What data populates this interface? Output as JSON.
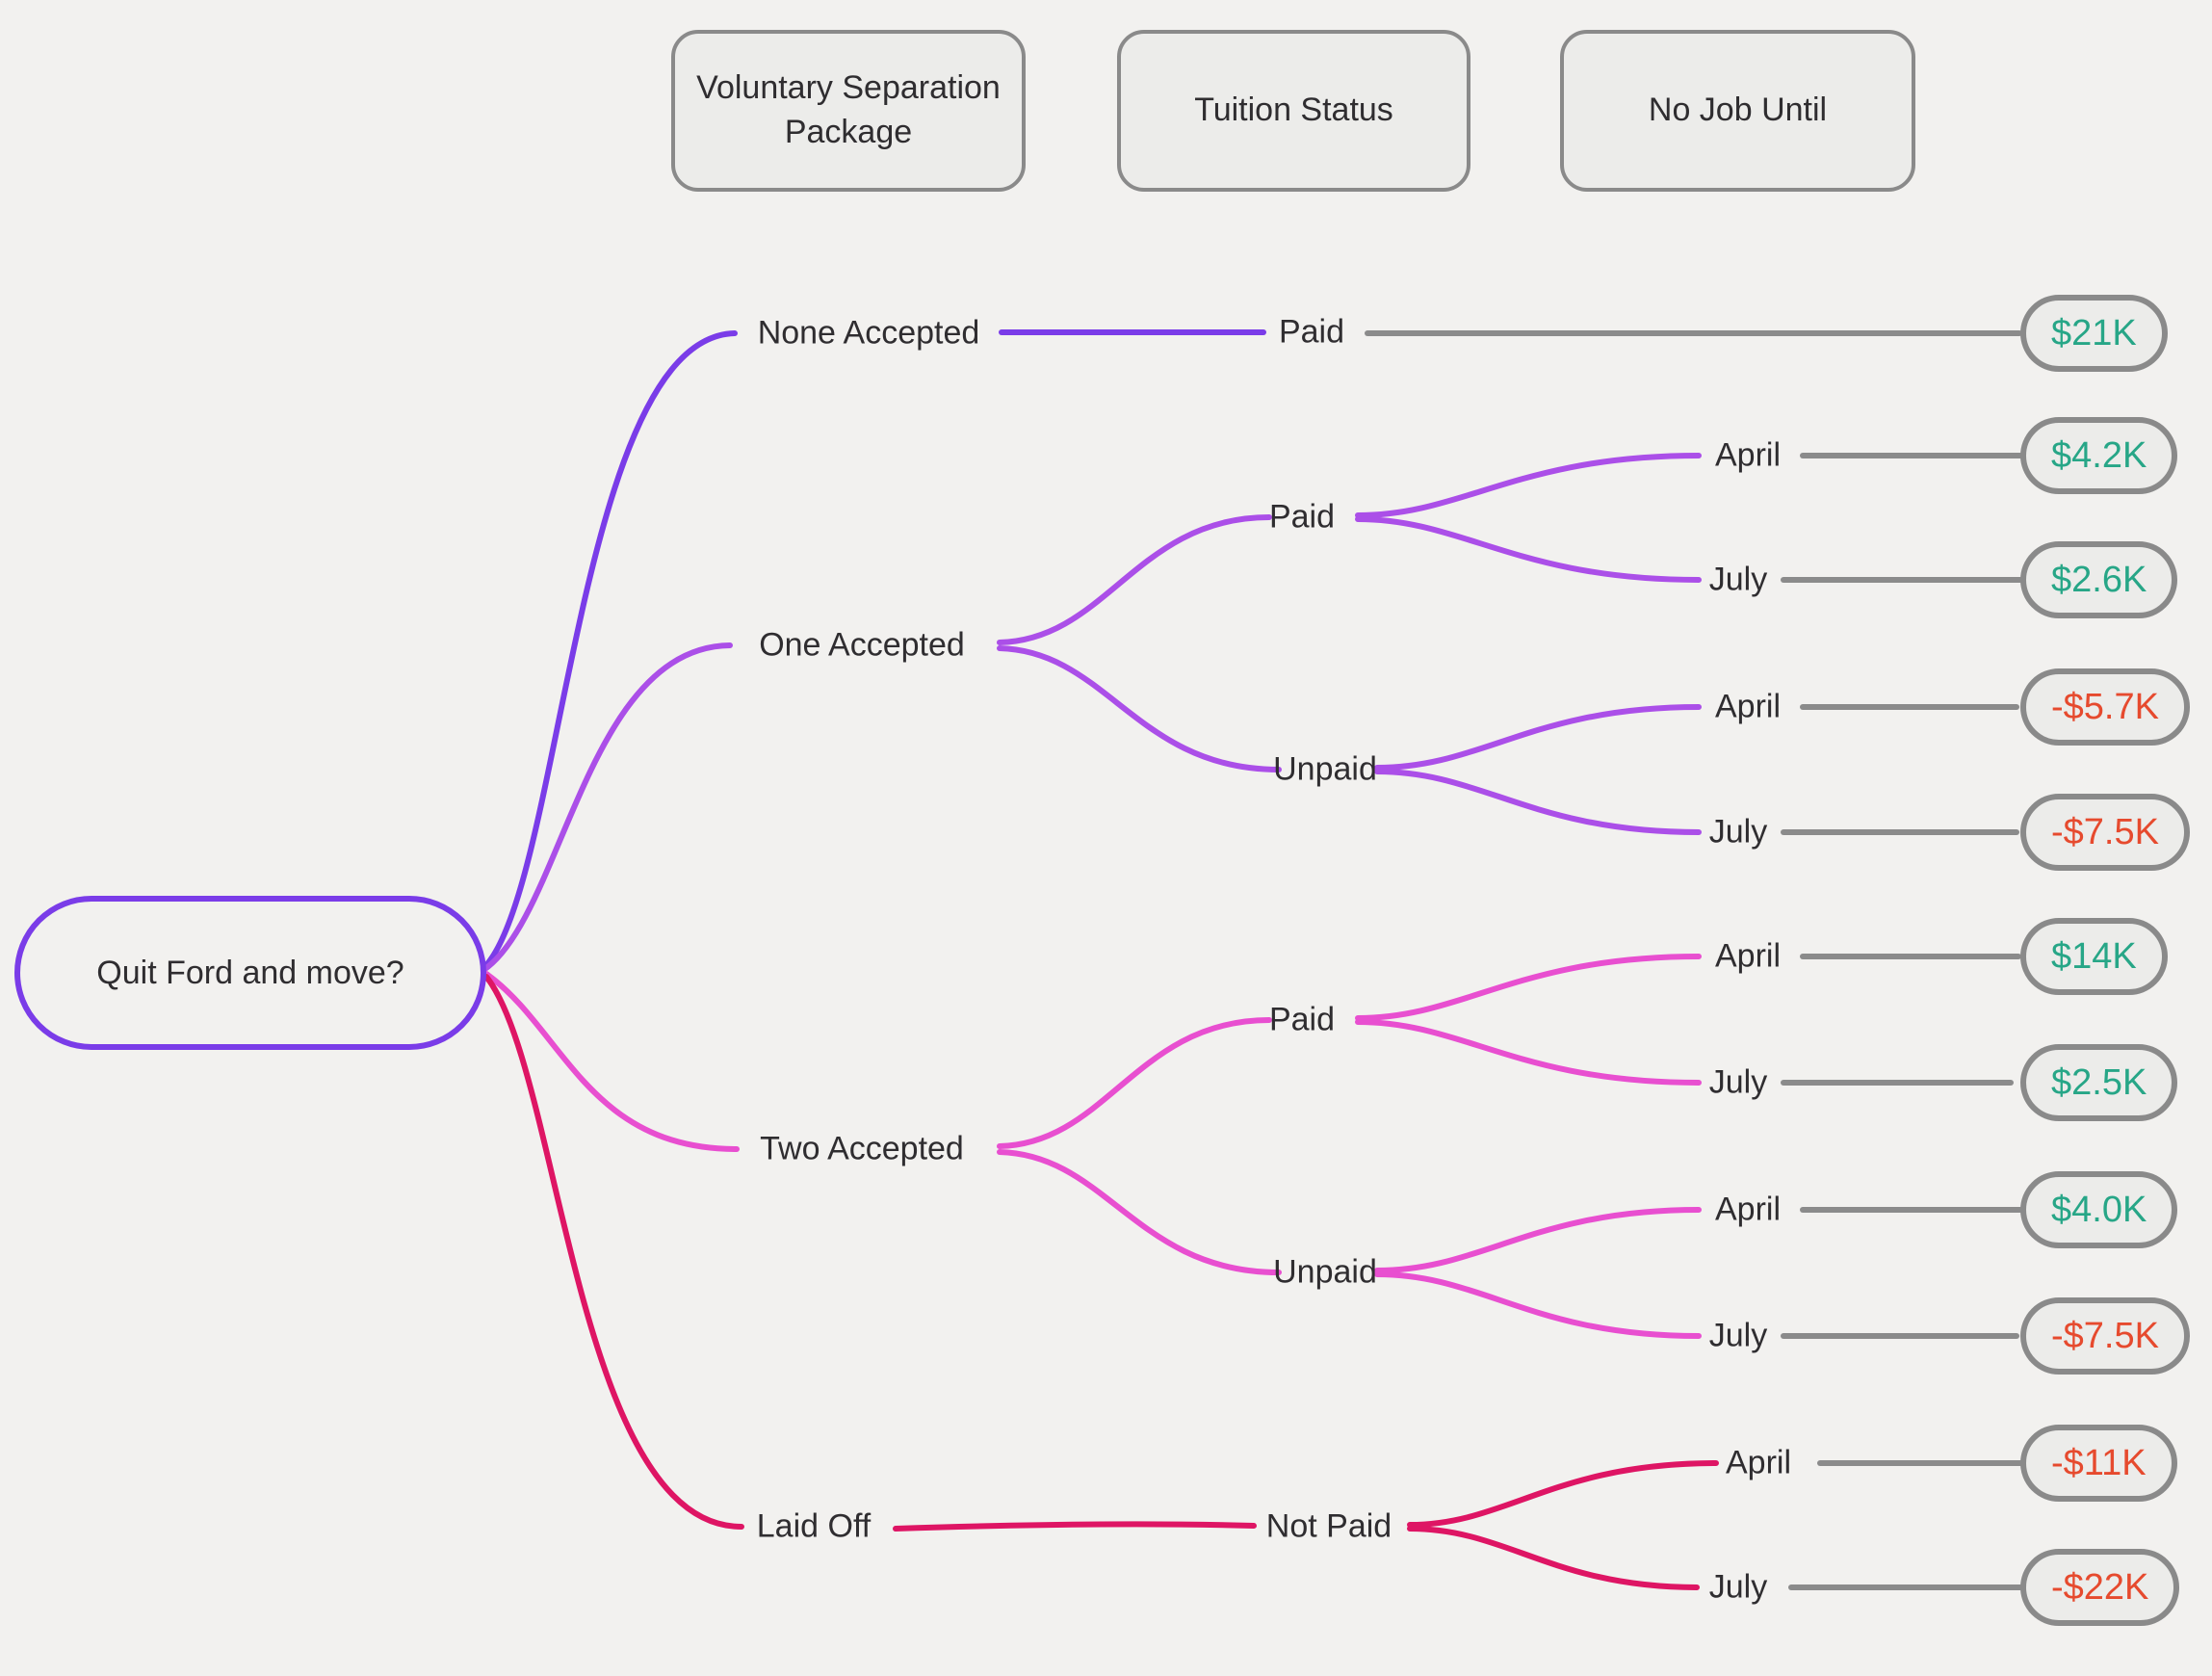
{
  "column_headers": [
    {
      "label": "Voluntary Separation Package"
    },
    {
      "label": "Tuition Status"
    },
    {
      "label": "No Job Until"
    }
  ],
  "root_label": "Quit Ford and move?",
  "branches": [
    {
      "label": "None Accepted",
      "color": "#7a3ce8",
      "tuition": [
        {
          "label": "Paid",
          "value": "$21K",
          "value_sign": "positive"
        }
      ]
    },
    {
      "label": "One Accepted",
      "color": "#ab4fe8",
      "tuition": [
        {
          "label": "Paid",
          "outcomes": [
            {
              "month": "April",
              "value": "$4.2K",
              "value_sign": "positive"
            },
            {
              "month": "July",
              "value": "$2.6K",
              "value_sign": "positive"
            }
          ]
        },
        {
          "label": "Unpaid",
          "outcomes": [
            {
              "month": "April",
              "value": "-$5.7K",
              "value_sign": "negative"
            },
            {
              "month": "July",
              "value": "-$7.5K",
              "value_sign": "negative"
            }
          ]
        }
      ]
    },
    {
      "label": "Two Accepted",
      "color": "#e84fd0",
      "tuition": [
        {
          "label": "Paid",
          "outcomes": [
            {
              "month": "April",
              "value": "$14K",
              "value_sign": "positive"
            },
            {
              "month": "July",
              "value": "$2.5K",
              "value_sign": "positive"
            }
          ]
        },
        {
          "label": "Unpaid",
          "outcomes": [
            {
              "month": "April",
              "value": "$4.0K",
              "value_sign": "positive"
            },
            {
              "month": "July",
              "value": "-$7.5K",
              "value_sign": "negative"
            }
          ]
        }
      ]
    },
    {
      "label": "Laid Off",
      "color": "#de1564",
      "tuition": [
        {
          "label": "Not Paid",
          "outcomes": [
            {
              "month": "April",
              "value": "-$11K",
              "value_sign": "negative"
            },
            {
              "month": "July",
              "value": "-$22K",
              "value_sign": "negative"
            }
          ]
        }
      ]
    }
  ],
  "colors": {
    "background": "#f2f1ef",
    "positive_value": "#27a687",
    "negative_value": "#e64a2e",
    "connector_gray": "#8b8b8b",
    "node_border_gray": "#8a8a8a",
    "node_fill": "#ececea",
    "root_border": "#7a3ce8",
    "text": "#2f2d30"
  }
}
